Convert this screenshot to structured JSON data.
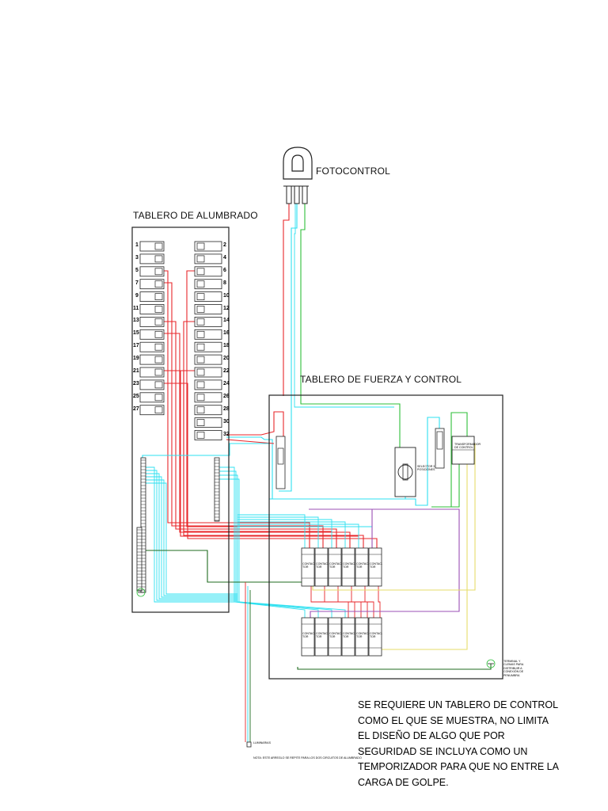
{
  "labels": {
    "fotocontrol": "FOTOCONTROL",
    "tablero_alumbrado": "TABLERO DE ALUMBRADO",
    "tablero_fuerza": "TABLERO DE FUERZA Y CONTROL"
  },
  "note_lines": [
    "SE REQUIERE UN TABLERO DE CONTROL",
    "COMO EL QUE SE MUESTRA, NO LIMITA",
    "EL DISEÑO DE ALGO QUE POR",
    "SEGURIDAD SE INCLUYA COMO UN",
    "TEMPORIZADOR PARA QUE NO ENTRE LA",
    "CARGA DE GOLPE."
  ],
  "small_labels": {
    "selector": "SELECTOR 3 POSICIONES",
    "transformador": "TRANSFORMADOR DE CONTROL",
    "terminal_tierra": "TERMINAL Y CLEMAS PARA DISTRIBUIR A CONEXIÓN DE PENUMBRA",
    "luminarias": "LUMINARIAS",
    "nota_inferior": "NOTA: ESTE ARREGLO SE REPITE PARA LOS DOS CIRCUITOS DE ALUMBRADO",
    "contactor": "CONTAC-TOR"
  },
  "breaker_numbers": {
    "left": [
      "1",
      "3",
      "5",
      "7",
      "9",
      "11",
      "13",
      "15",
      "17",
      "19",
      "21",
      "23",
      "25",
      "27"
    ],
    "right": [
      "2",
      "4",
      "6",
      "8",
      "10",
      "12",
      "14",
      "16",
      "18",
      "20",
      "22",
      "24",
      "26",
      "28",
      "30",
      "32"
    ]
  },
  "colors": {
    "red": "#e8262a",
    "cyan": "#2ee0f0",
    "green": "#2fbf3a",
    "dark_green": "#1f6b1f",
    "purple": "#9b4fb5",
    "yellow": "#e6dd6a",
    "outline": "#222222"
  }
}
